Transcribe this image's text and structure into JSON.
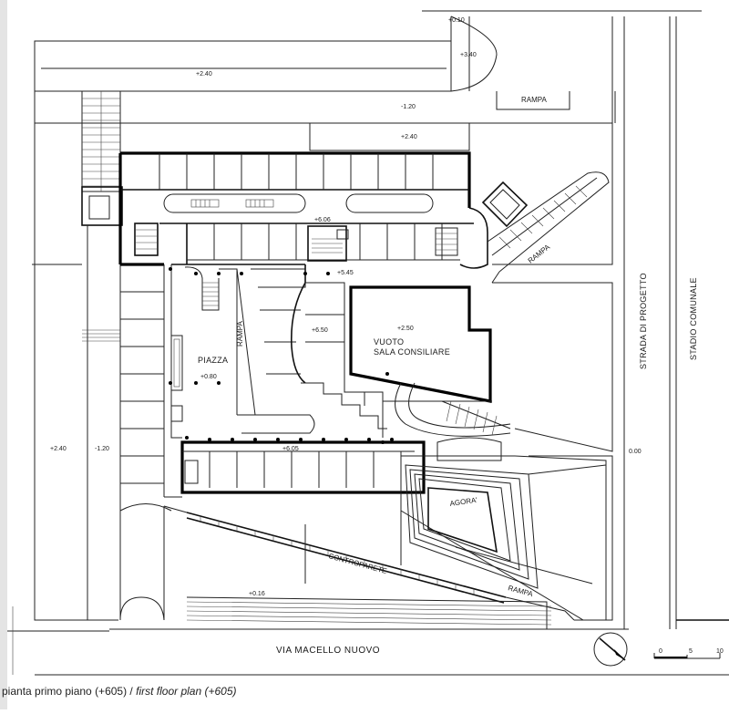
{
  "plan": {
    "levels": {
      "l_010": "+0.10",
      "l_340": "+3.40",
      "l_240_top": "+2.40",
      "l_120": "-1.20",
      "l_240_mid": "+2.40",
      "l_606": "+6.06",
      "l_545": "+5.45",
      "l_650": "+6.50",
      "l_250": "+2.50",
      "l_080": "+0.80",
      "l_605": "+6.05",
      "l_240_left": "+2.40",
      "l_120_left": "-1.20",
      "l_016": "+0.16",
      "l_000": "0.00"
    },
    "labels": {
      "rampa_top": "RAMPA",
      "rampa_diag": "RAMPA",
      "rampa_vertical": "RAMPA",
      "rampa_bottom": "RAMPA",
      "piazza": "PIAZZA",
      "vuoto": "VUOTO",
      "sala": "SALA CONSILIARE",
      "agora": "AGORA'",
      "controparete": "CONTROPARETE",
      "strada": "STRADA DI PROGETTO",
      "stadio": "STADIO COMUNALE",
      "via": "VIA MACELLO NUOVO"
    },
    "scale": {
      "zero": "0",
      "five": "5",
      "ten": "10"
    }
  },
  "caption": {
    "italian": "pianta primo piano (+605) /",
    "english": "first floor plan (+605)"
  }
}
